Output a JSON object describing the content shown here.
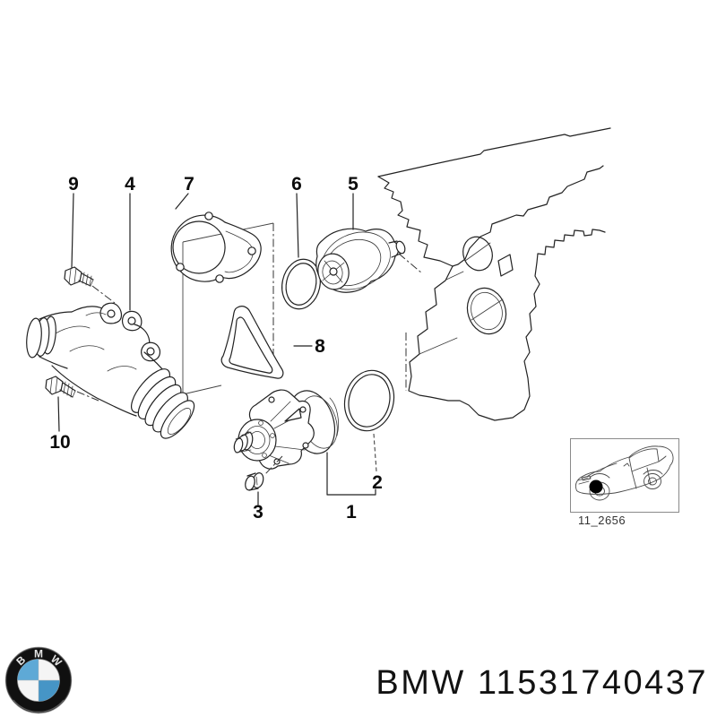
{
  "diagram": {
    "callouts": {
      "c1": "1",
      "c2": "2",
      "c3": "3",
      "c4": "4",
      "c5": "5",
      "c6": "6",
      "c7": "7",
      "c8": "8",
      "c9": "9",
      "c10": "10"
    },
    "thumbnail_label": "11_2656"
  },
  "footer": {
    "part_text": "BMW 11531740437",
    "logo_letters": [
      "B",
      "M",
      "W"
    ],
    "logo_colors": {
      "ring": "#101010",
      "blue_tl": "#5ea9d6",
      "blue_br": "#4695c6",
      "white": "#f5f5f5"
    }
  }
}
